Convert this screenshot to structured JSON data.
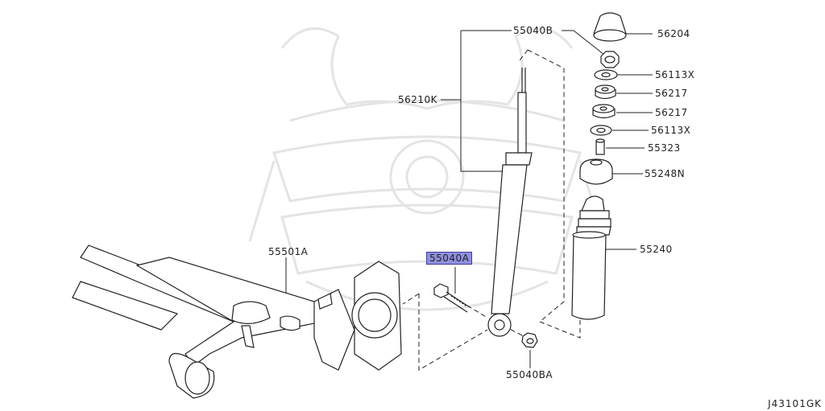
{
  "diagram": {
    "part_labels": {
      "p56204": "56204",
      "p55040B": "55040B",
      "p56113X_top": "56113X",
      "p56217_top": "56217",
      "p56217_bottom": "56217",
      "p56113X_bottom": "56113X",
      "p55323": "55323",
      "p55248N": "55248N",
      "p56210K": "56210K",
      "p55240": "55240",
      "p55501A": "55501A",
      "p55040A": "55040A",
      "p55040BA": "55040BA"
    },
    "highlighted_part": "55040A",
    "diagram_code": "J43101GK",
    "colors": {
      "highlight": "#8f8fe0",
      "line": "#222222",
      "watermark": "#e6e6e6"
    }
  }
}
